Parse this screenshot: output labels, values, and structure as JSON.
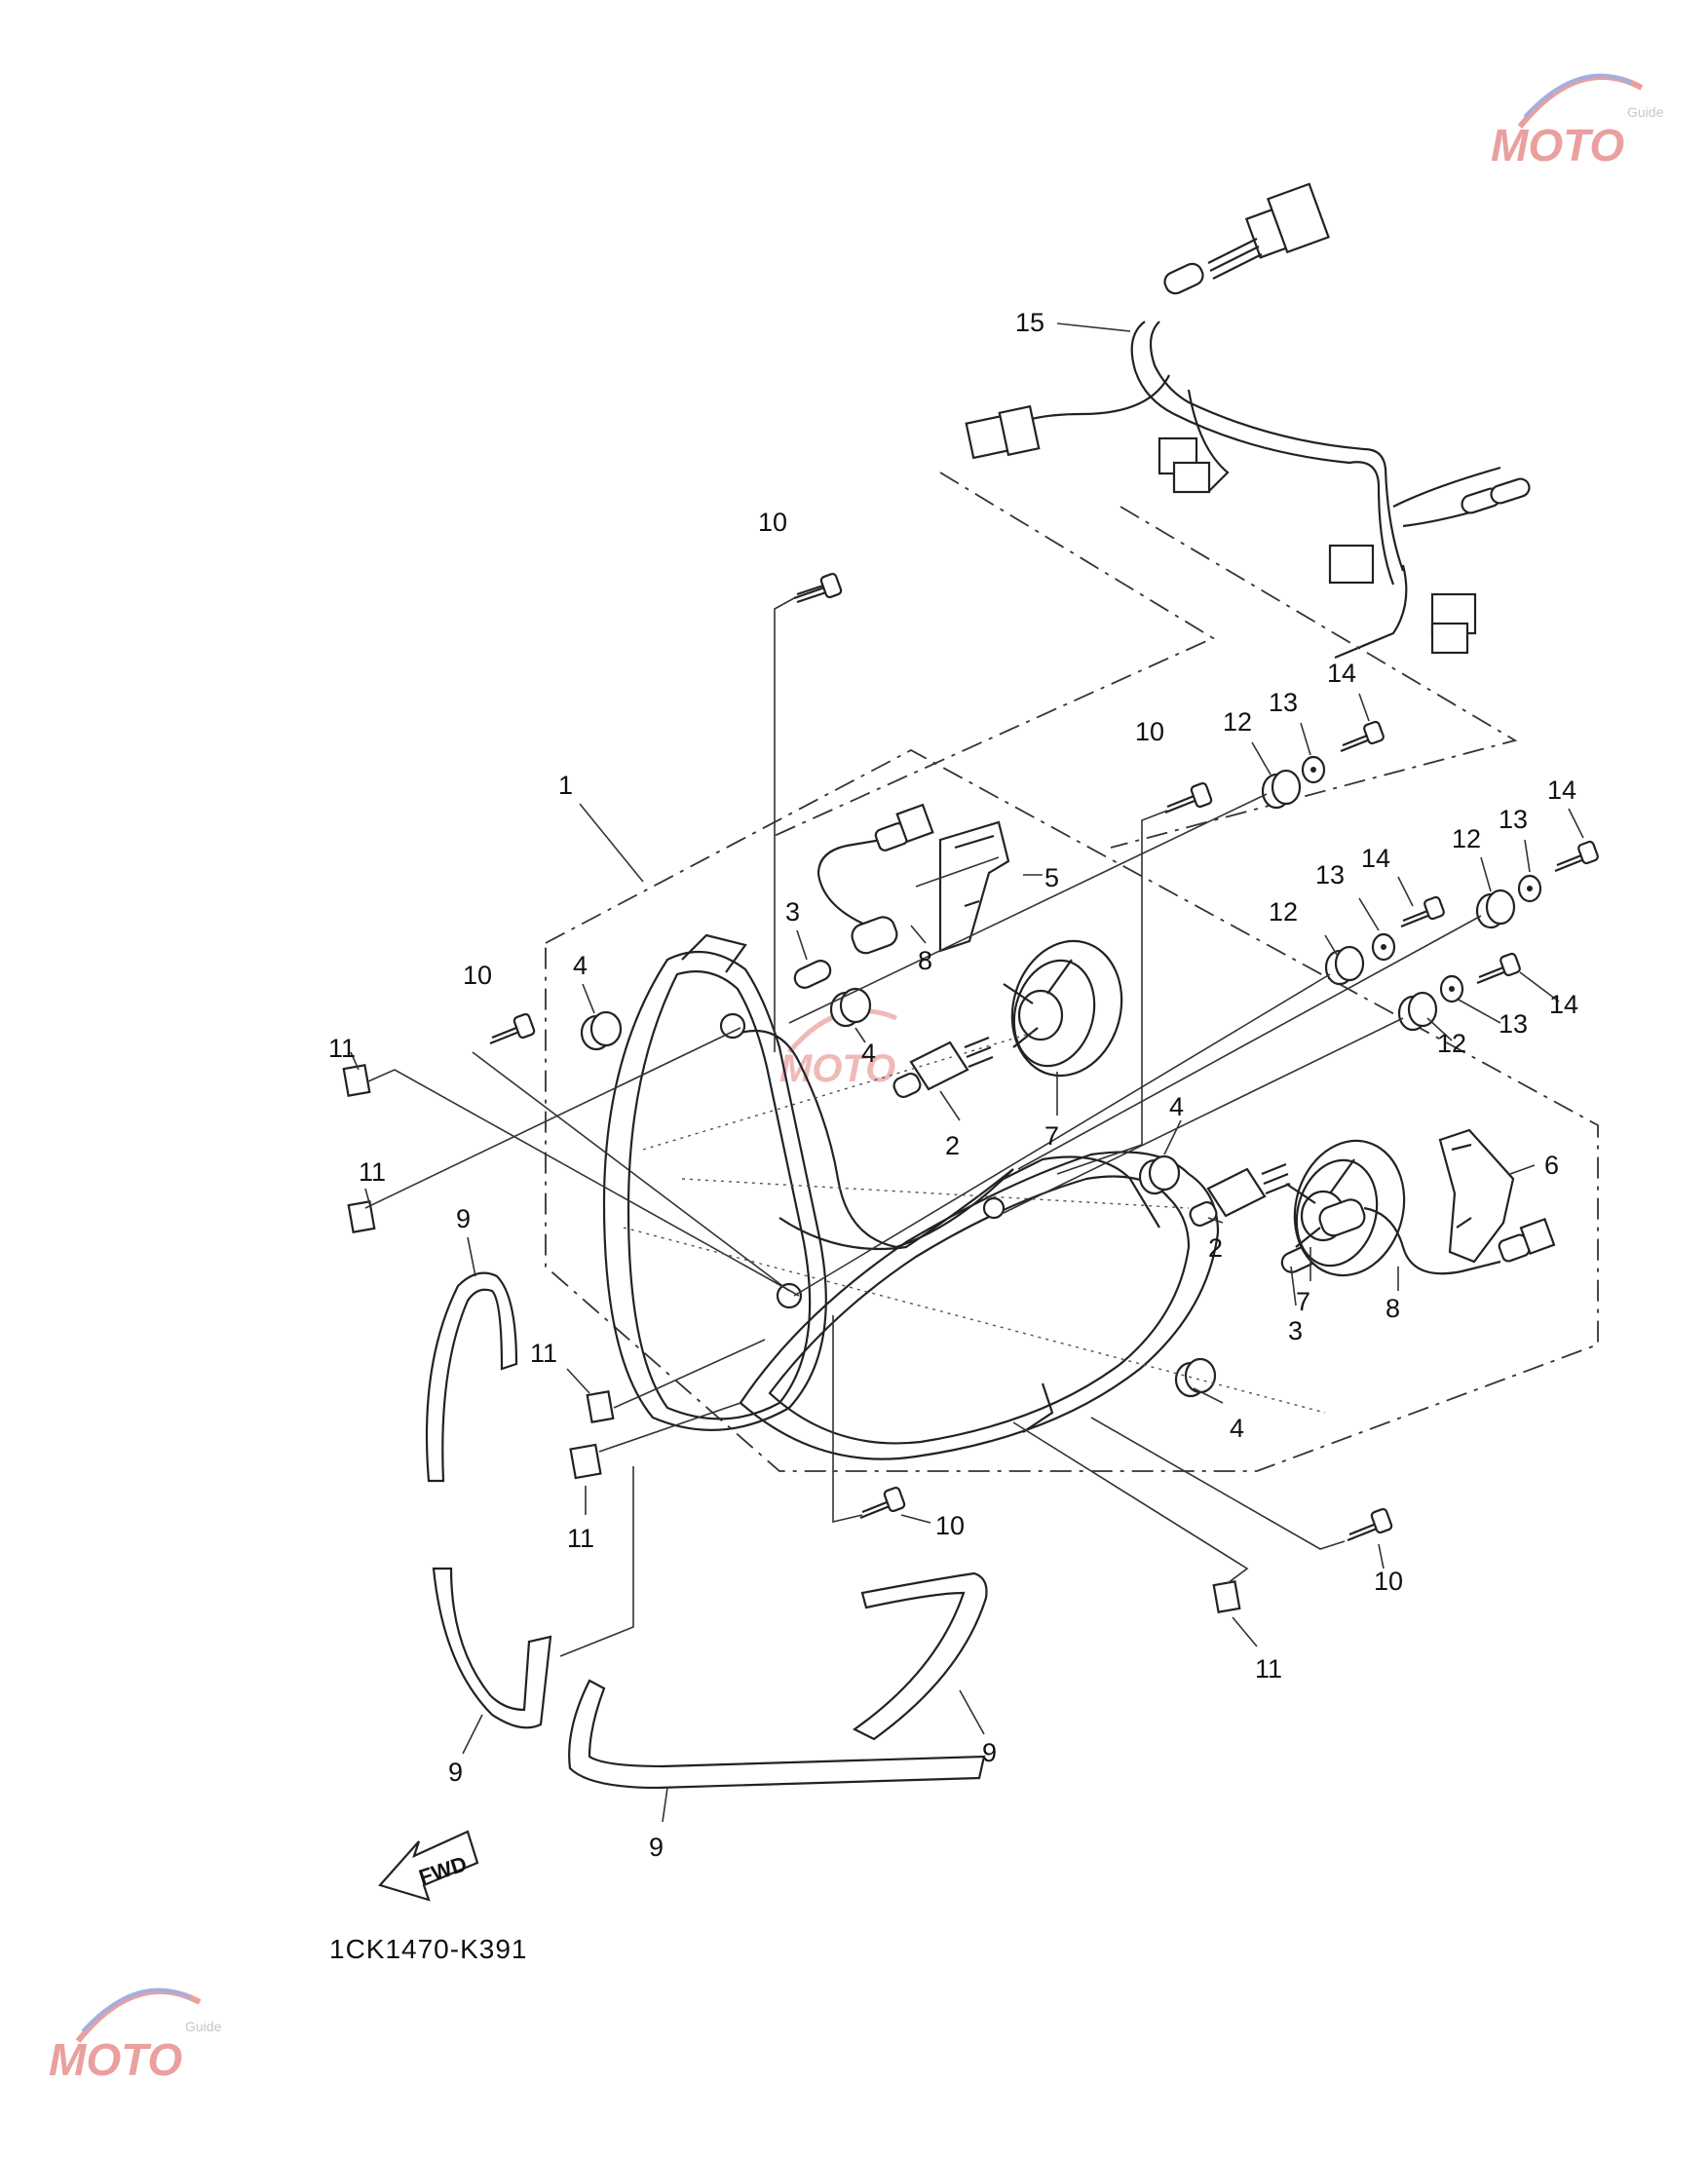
{
  "diagram": {
    "drawing_code": "1CK1470-K391",
    "direction_label": "FWD",
    "watermark_text": "MOTO"
  },
  "callouts": [
    {
      "id": "c15",
      "text": "15"
    },
    {
      "id": "c10a",
      "text": "10"
    },
    {
      "id": "c14a",
      "text": "14"
    },
    {
      "id": "c13a",
      "text": "13"
    },
    {
      "id": "c12a",
      "text": "12"
    },
    {
      "id": "c10b",
      "text": "10"
    },
    {
      "id": "c1",
      "text": "1"
    },
    {
      "id": "c14b",
      "text": "14"
    },
    {
      "id": "c13b",
      "text": "13"
    },
    {
      "id": "c12b",
      "text": "12"
    },
    {
      "id": "c5",
      "text": "5"
    },
    {
      "id": "c13c",
      "text": "13"
    },
    {
      "id": "c14c",
      "text": "14"
    },
    {
      "id": "c12c",
      "text": "12"
    },
    {
      "id": "c3a",
      "text": "3"
    },
    {
      "id": "c8a",
      "text": "8"
    },
    {
      "id": "c10c",
      "text": "10"
    },
    {
      "id": "c4a",
      "text": "4"
    },
    {
      "id": "c14d",
      "text": "14"
    },
    {
      "id": "c13d",
      "text": "13"
    },
    {
      "id": "c12d",
      "text": "12"
    },
    {
      "id": "c4b",
      "text": "4"
    },
    {
      "id": "c11a",
      "text": "11"
    },
    {
      "id": "c7a",
      "text": "7"
    },
    {
      "id": "c2a",
      "text": "2"
    },
    {
      "id": "c4c",
      "text": "4"
    },
    {
      "id": "c6",
      "text": "6"
    },
    {
      "id": "c11b",
      "text": "11"
    },
    {
      "id": "c7b",
      "text": "7"
    },
    {
      "id": "c9a",
      "text": "9"
    },
    {
      "id": "c2b",
      "text": "2"
    },
    {
      "id": "c8b",
      "text": "8"
    },
    {
      "id": "c3b",
      "text": "3"
    },
    {
      "id": "c11c",
      "text": "11"
    },
    {
      "id": "c4d",
      "text": "4"
    },
    {
      "id": "c11d",
      "text": "11"
    },
    {
      "id": "c10d",
      "text": "10"
    },
    {
      "id": "c10e",
      "text": "10"
    },
    {
      "id": "c11e",
      "text": "11"
    },
    {
      "id": "c9b",
      "text": "9"
    },
    {
      "id": "c9c",
      "text": "9"
    },
    {
      "id": "c9d",
      "text": "9"
    }
  ]
}
